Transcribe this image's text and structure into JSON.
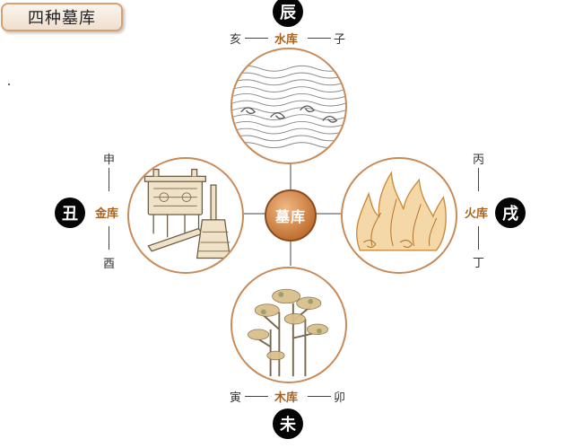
{
  "title": "四种墓库",
  "hub_label": "墓库",
  "stores": {
    "water": {
      "badge": "辰",
      "label": "水库",
      "left": "亥",
      "right": "子",
      "icon": "water-waves"
    },
    "fire": {
      "badge": "戌",
      "label": "火库",
      "top": "丙",
      "bottom": "丁",
      "icon": "flames"
    },
    "metal": {
      "badge": "丑",
      "label": "金库",
      "top": "申",
      "bottom": "酉",
      "icon": "bronze-vessels"
    },
    "wood": {
      "badge": "未",
      "label": "木库",
      "left": "寅",
      "right": "卯",
      "icon": "trees"
    }
  },
  "colors": {
    "accent": "#a8621f",
    "ring": "#c98a57",
    "hub": "#c27334",
    "badge": "#050505"
  }
}
